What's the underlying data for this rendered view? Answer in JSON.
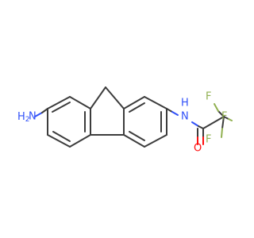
{
  "molecule": {
    "atoms": {
      "amine_n": "N",
      "amine_h2": "H",
      "amine_sub": "2",
      "amide_n": "N",
      "amide_h": "H",
      "oxygen": "O",
      "f_top_left": "F",
      "f_top_right": "F",
      "f_bottom": "F"
    },
    "colors": {
      "bond": "#3c3c3c",
      "nitrogen": "#3050f8",
      "oxygen": "#ff0d0d",
      "fluorine": "#90b050"
    }
  }
}
